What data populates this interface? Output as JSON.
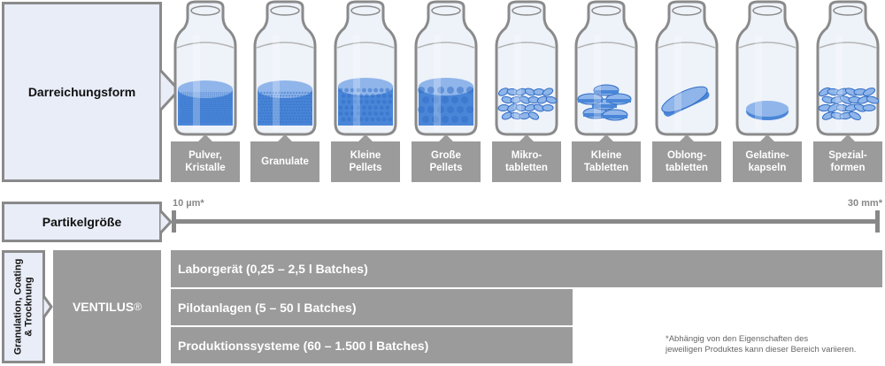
{
  "sections": {
    "dosage_form": "Darreichungsform",
    "particle_size": "Partikelgröße",
    "process": "Granulation, Coating\n& Trocknung"
  },
  "forms": [
    {
      "label": "Pulver,\nKristalle",
      "content": "powder"
    },
    {
      "label": "Granulate",
      "content": "granulate"
    },
    {
      "label": "Kleine\nPellets",
      "content": "small-pellets"
    },
    {
      "label": "Große\nPellets",
      "content": "large-pellets"
    },
    {
      "label": "Mikro-\ntabletten",
      "content": "micro-tablets"
    },
    {
      "label": "Kleine\nTabletten",
      "content": "small-tablets"
    },
    {
      "label": "Oblong-\ntabletten",
      "content": "oblong-tablets"
    },
    {
      "label": "Gelatine-\nkapseln",
      "content": "gelatin-capsules"
    },
    {
      "label": "Spezial-\nformen",
      "content": "special-forms"
    }
  ],
  "scale": {
    "min_label": "10 µm*",
    "max_label": "30 mm*"
  },
  "product": {
    "name": "VENTILUS",
    "mark": "®"
  },
  "equipment": [
    {
      "label": "Laborgerät (0,25 – 2,5 l Batches)",
      "coverage": 1.0
    },
    {
      "label": "Pilotanlagen (5 – 50 l Batches)",
      "coverage": 0.565
    },
    {
      "label": "Produktionssysteme (60 – 1.500 l Batches)",
      "coverage": 0.565
    }
  ],
  "footnote": "*Abhängig von den Eigenschaften des\n jeweiligen Produktes kann dieser Bereich variieren.",
  "colors": {
    "gray": "#9b9b9b",
    "border": "#8a8a8a",
    "light": "#e8edf8",
    "blue": "#4a86d8"
  }
}
